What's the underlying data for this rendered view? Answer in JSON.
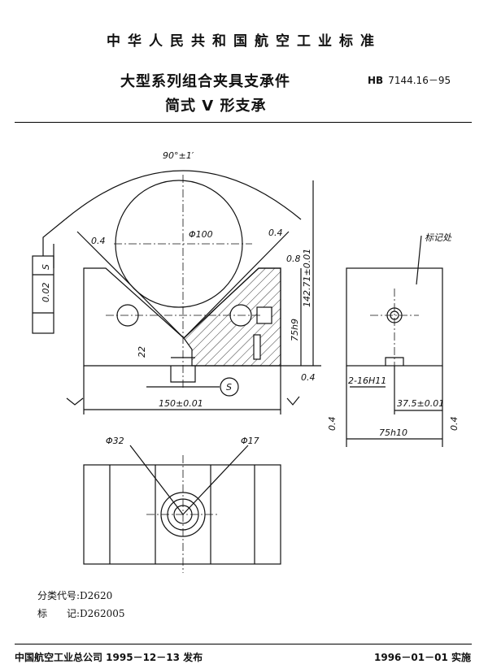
{
  "header": {
    "org_standard": "中华人民共和国航空工业标准",
    "title_line1": "大型系列组合夹具支承件",
    "title_line2": "简式 V 形支承",
    "std_prefix": "HB",
    "std_number": "7144.16－95"
  },
  "drawing": {
    "angle": "90°±1′",
    "dia_circle": "Φ100",
    "rough_left": "0.4",
    "rough_right": "0.4",
    "rough_0_8": "0.8",
    "height_dim": "142.71±0.01",
    "h75": "75h9",
    "r0_4": "0.4",
    "dim_22": "22",
    "datum_s": "S",
    "width_dim": "150±0.01",
    "tol_value": "0.02",
    "tol_datum": "S",
    "mark_label": "标记处",
    "slot_dim": "2-16H11",
    "center_dim": "37.5±0.01",
    "side_width": "75h10",
    "side_r_left": "0.4",
    "side_r_right": "0.4",
    "phi32": "Φ32",
    "phi17": "Φ17"
  },
  "classification": {
    "code_label": "分类代号:",
    "code_value": "D2620",
    "mark_label": "标　　记:",
    "mark_value": "D262005"
  },
  "footer": {
    "issued": "中国航空工业总公司 1995－12－13 发布",
    "effective": "1996－01－01 实施"
  }
}
